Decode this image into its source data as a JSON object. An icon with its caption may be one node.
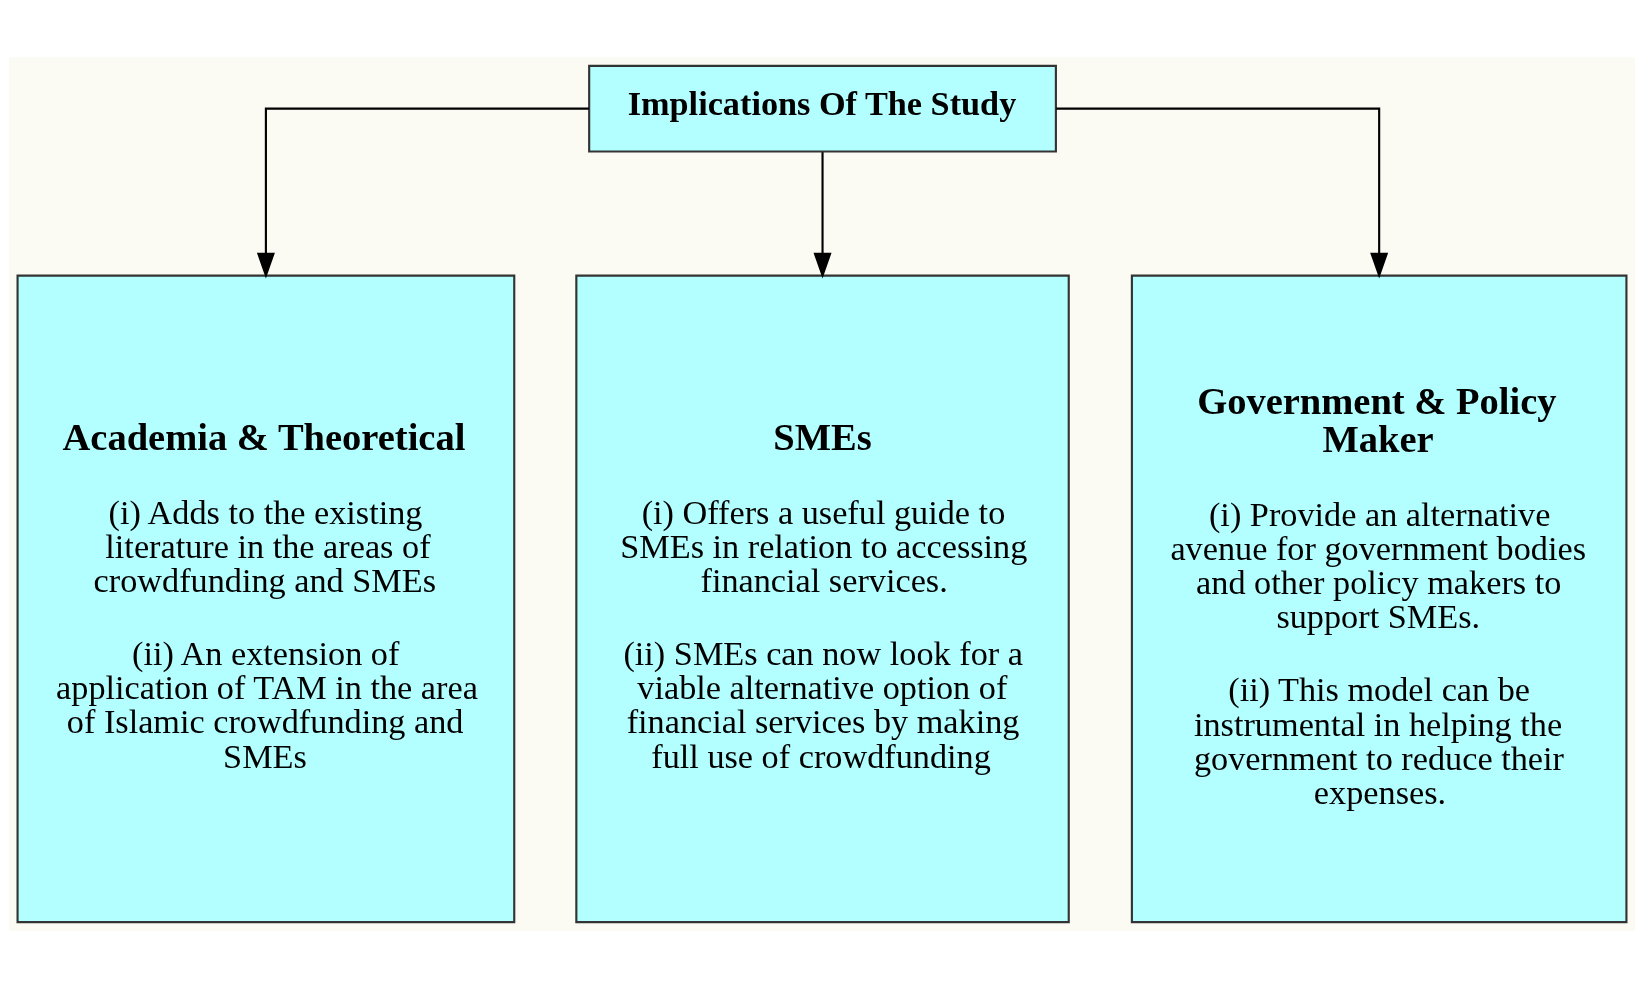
{
  "diagram": {
    "nodes": [
      {
        "text": [
          "Implications Of The Study"
        ]
      },
      {
        "text": [
          "Academia & Theoretical",
          "(i) Adds to the existing literature in the areas of crowdfunding and SMEs",
          "(ii) An extension of application of TAM in the area of Islamic crowdfunding and SMEs"
        ]
      },
      {
        "text": [
          "SMEs",
          "(i) Offers a useful guide to SMEs in relation to accessing financial services.",
          "(ii) SMEs can now look for a viable alternative option of financial services by making full use of crowdfunding"
        ]
      },
      {
        "text": [
          "Government & Policy Maker",
          "(i) Provide an alternative avenue for government bodies and other policy makers to support SMEs.",
          "(ii) This model can be instrumental in helping the government to reduce their expenses."
        ]
      }
    ],
    "edges": [
      {
        "from": 0,
        "to": 1,
        "arrow": "to"
      },
      {
        "from": 0,
        "to": 2,
        "arrow": "to"
      },
      {
        "from": 0,
        "to": 3,
        "arrow": "to"
      }
    ]
  }
}
